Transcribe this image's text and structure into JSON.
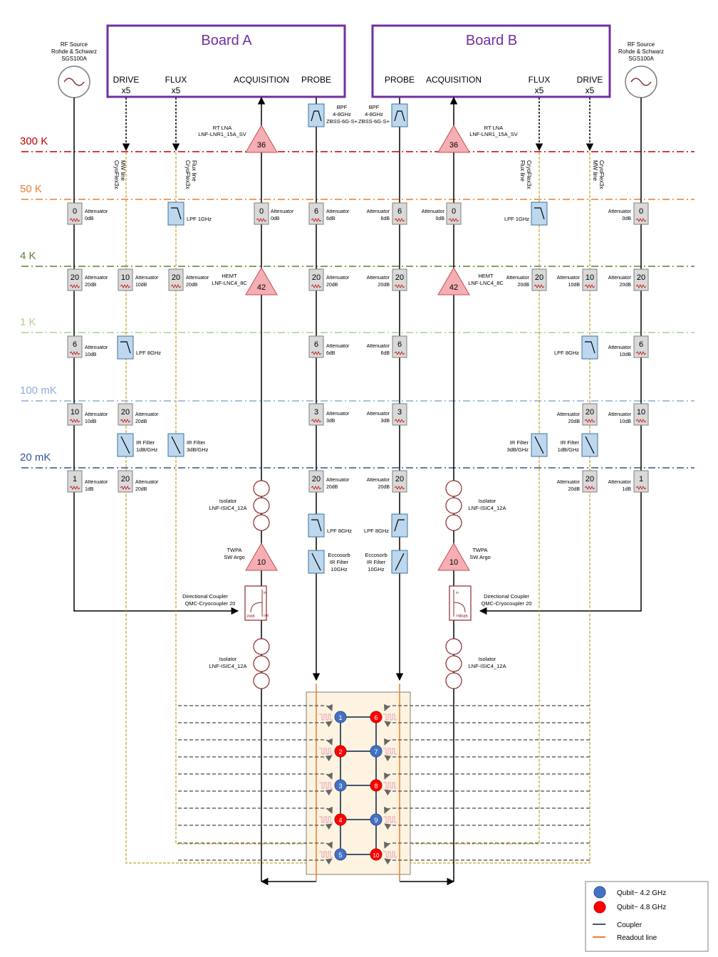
{
  "boards": [
    {
      "id": "A",
      "title": "Board A",
      "ports": [
        "DRIVE",
        "FLUX",
        "ACQUISITION",
        "PROBE"
      ],
      "mult": [
        "x5",
        "x5"
      ]
    },
    {
      "id": "B",
      "title": "Board B",
      "ports": [
        "PROBE",
        "ACQUISITION",
        "FLUX",
        "DRIVE"
      ],
      "mult": [
        "x5",
        "x5"
      ]
    }
  ],
  "sources": [
    {
      "side": "left",
      "lines": [
        "RF Source",
        "Rohde & Schwarz",
        "SGS100A"
      ]
    },
    {
      "side": "right",
      "lines": [
        "RF Source",
        "Rohde & Schwarz",
        "SGS100A"
      ]
    }
  ],
  "stages": [
    {
      "label": "300 K",
      "color": "#c00000"
    },
    {
      "label": "50 K",
      "color": "#ed7d31"
    },
    {
      "label": "4 K",
      "color": "#548235"
    },
    {
      "label": "1 K",
      "color": "#a9d18e"
    },
    {
      "label": "100 mK",
      "color": "#8faadc"
    },
    {
      "label": "20 mK",
      "color": "#2f5597"
    }
  ],
  "line_labels": {
    "mw_line": [
      "CryoFlex3x",
      "MW line"
    ],
    "flux_line": [
      "CryoFlex3x",
      "Flux line"
    ]
  },
  "amplifiers": {
    "rt_lna": {
      "value": "36",
      "lines": [
        "RT LNA",
        "LNF-LNR1_15A_SV"
      ]
    },
    "hemt": {
      "value": "42",
      "lines": [
        "HEMT",
        "LNF-LNC4_8C"
      ]
    },
    "twpa": {
      "value": "10",
      "lines": [
        "TWPA",
        "SW Argo"
      ]
    }
  },
  "bpf": {
    "lines": [
      "BPF",
      "4-8GHz",
      "ZBSS-6G-S+"
    ]
  },
  "isolator": {
    "lines": [
      "Isolator",
      "LNF-ISIC4_12A"
    ]
  },
  "coupler": {
    "lines": [
      "Directional Coupler",
      "QMC-Cryocoupler 20"
    ],
    "in": "in",
    "out": "out",
    "cpl": "cpl",
    "db": "20dB"
  },
  "eccosorb": {
    "lines": [
      "Eccosorb",
      "IR Filter",
      "10GHz"
    ]
  },
  "filters": {
    "lpf1": "LPF 1GHz",
    "lpf8": "LPF 8GHz",
    "ir_flux": [
      "IR Filter",
      "3dB/GHz"
    ],
    "ir_drive": [
      "IR Filter",
      "1dB/GHz"
    ]
  },
  "attenuator_word": "Attenuator",
  "attenuators": {
    "src_50k": {
      "v": "0",
      "db": "0dB"
    },
    "src_4k": {
      "v": "20",
      "db": "20dB"
    },
    "src_1k": {
      "v": "6",
      "db": "10dB"
    },
    "src_100m": {
      "v": "10",
      "db": "10dB"
    },
    "src_20m": {
      "v": "1",
      "db": "1dB"
    },
    "drv_4k": {
      "v": "10",
      "db": "10dB"
    },
    "drv_100m": {
      "v": "20",
      "db": "20dB"
    },
    "drv_20m": {
      "v": "20",
      "db": "20dB"
    },
    "flx_4k": {
      "v": "20",
      "db": "20dB"
    },
    "acq_50k": {
      "v": "0",
      "db": "0dB"
    },
    "prb_50k": {
      "v": "6",
      "db": "6dB"
    },
    "prb_4k": {
      "v": "20",
      "db": "20dB"
    },
    "prb_1k": {
      "v": "6",
      "db": "6dB"
    },
    "prb_100m": {
      "v": "3",
      "db": "3dB"
    },
    "prb_20m": {
      "v": "20",
      "db": "20dB"
    }
  },
  "qubits_left": [
    "1",
    "2",
    "3",
    "4",
    "5"
  ],
  "qubits_right": [
    "6",
    "7",
    "8",
    "9",
    "10"
  ],
  "qubit_pattern_left": [
    "blue",
    "red",
    "blue",
    "red",
    "blue"
  ],
  "qubit_pattern_right": [
    "red",
    "blue",
    "red",
    "blue",
    "red"
  ],
  "legend": [
    {
      "kind": "qubit",
      "color": "#4472c4",
      "label": "Qubit~ 4.2 GHz"
    },
    {
      "kind": "qubit",
      "color": "#ff0000",
      "label": "Qubit~ 4.8 GHz"
    },
    {
      "kind": "line",
      "color": "#44546a",
      "label": "Coupler"
    },
    {
      "kind": "line",
      "color": "#ed7d31",
      "label": "Readout line"
    }
  ],
  "colors": {
    "board": "#7030a0",
    "amp": "#f4aeb4",
    "filter": "#bdd7ee",
    "atten": "#d9d9d9",
    "chip": "#fdf3e0",
    "qubit_blue": "#4472c4",
    "qubit_red": "#ff0000",
    "drive_line": "#c9a227",
    "readout": "#ed7d31",
    "coupler": "#44546a",
    "iso": "#8b2a2a"
  }
}
